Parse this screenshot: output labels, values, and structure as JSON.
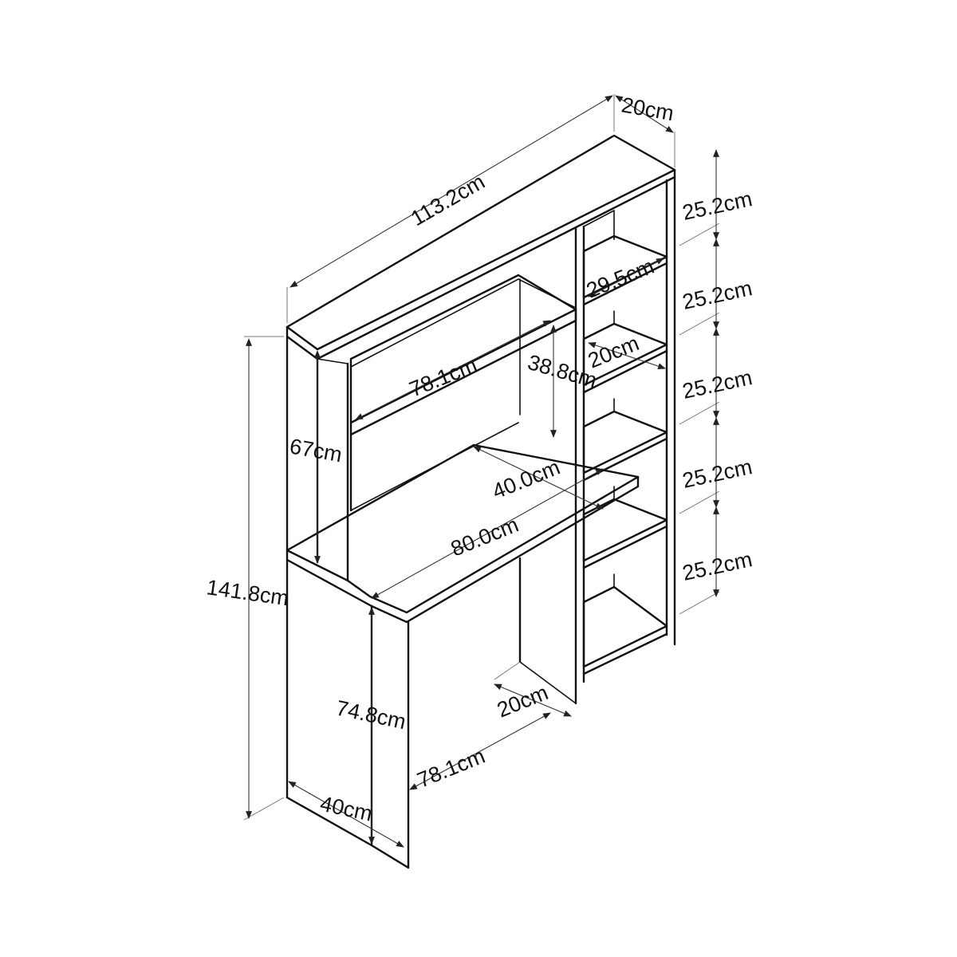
{
  "dimensions": {
    "overall_width": "113.2cm",
    "depth_top": "20cm",
    "overall_height": "141.8cm",
    "shelf_heights": [
      "25.2cm",
      "25.2cm",
      "25.2cm",
      "25.2cm",
      "25.2cm"
    ],
    "shelf_width": "29.5cm",
    "shelf_depth": "20cm",
    "hutch_shelf_width": "78.1cm",
    "hutch_opening_height": "38.8cm",
    "hutch_side_height": "67cm",
    "desk_depth": "40.0cm",
    "desk_width": "80.0cm",
    "desk_height": "74.8cm",
    "leg_depth": "40cm",
    "knee_width": "78.1cm",
    "post_depth": "20cm"
  }
}
